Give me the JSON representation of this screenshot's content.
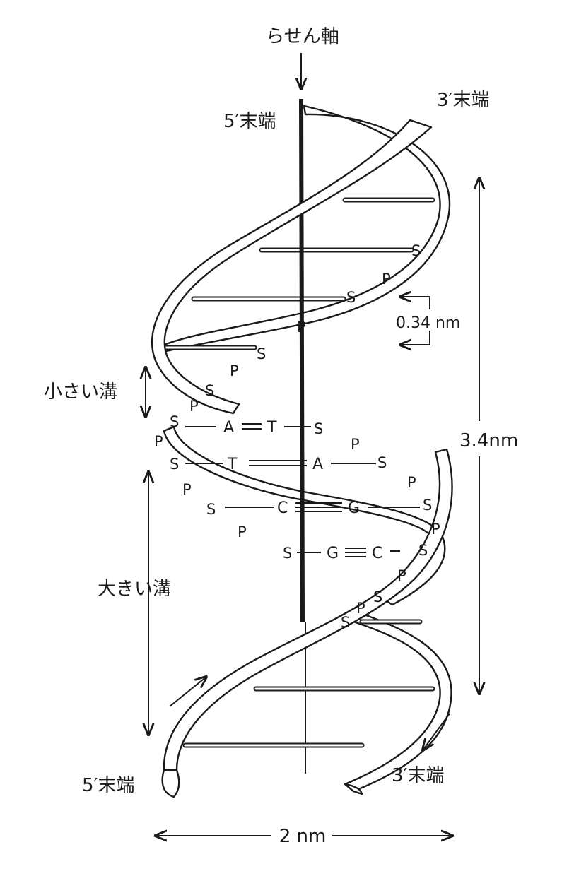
{
  "labels": {
    "axis": "らせん軸",
    "end_top_left": "5′末端",
    "end_top_right": "3′末端",
    "end_bottom_left": "5′末端",
    "end_bottom_right": "3′末端",
    "minor_groove": "小さい溝",
    "major_groove": "大きい溝",
    "rise": "0.34 nm",
    "pitch": "3.4nm",
    "diameter": "2 nm"
  },
  "backbone": {
    "sugar": "S",
    "phosphate": "P",
    "dash": "–"
  },
  "base_pairs": [
    {
      "left": "A",
      "right": "T"
    },
    {
      "left": "T",
      "right": "A"
    },
    {
      "left": "C",
      "right": "G"
    },
    {
      "left": "G",
      "right": "C"
    }
  ]
}
